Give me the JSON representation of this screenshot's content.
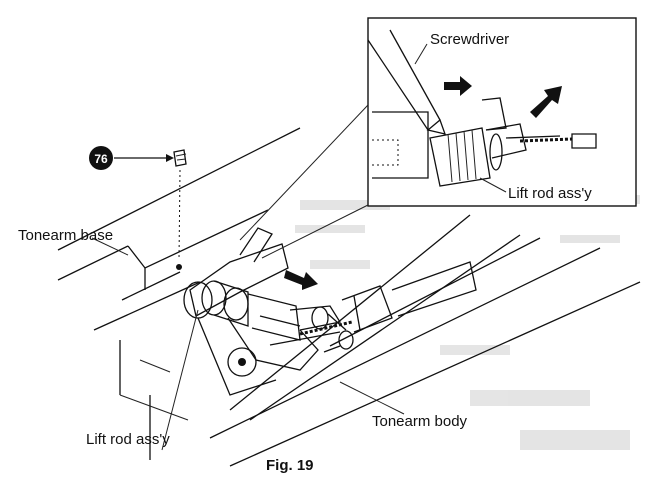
{
  "labels": {
    "part_number": "76",
    "tonearm_base": "Tonearm base",
    "screwdriver": "Screwdriver",
    "lift_rod_inset": "Lift rod ass'y",
    "lift_rod_main": "Lift rod ass'y",
    "tonearm_body": "Tonearm body"
  },
  "caption": "Fig. 19",
  "colors": {
    "ink": "#111111",
    "background": "#ffffff",
    "faint": "#bdbdbd"
  }
}
